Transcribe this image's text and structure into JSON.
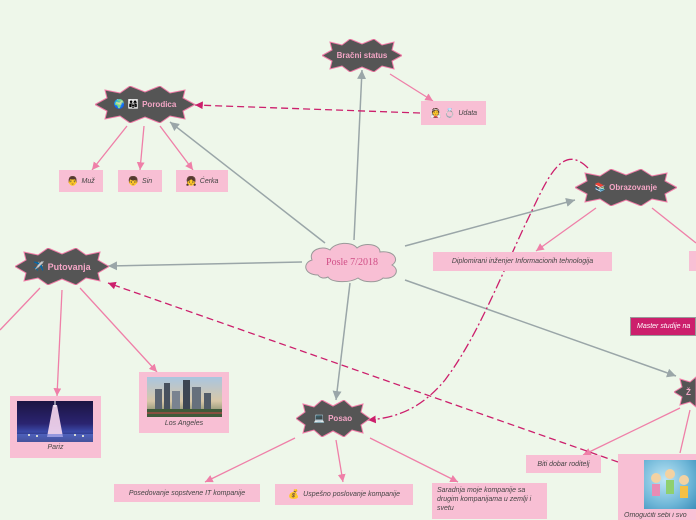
{
  "central": {
    "label": "Posle 7/2018"
  },
  "topics": {
    "bracni": {
      "label": "Bračni status"
    },
    "porodica": {
      "label": "Porodica",
      "icons": [
        "🌍",
        "👨‍👩‍👧"
      ]
    },
    "obrazovanje": {
      "label": "Obrazovanje",
      "icon": "📚"
    },
    "putovanja": {
      "label": "Putovanja",
      "icon": "✈️"
    },
    "posao": {
      "label": "Posao",
      "icon": "💻"
    },
    "zivot": {
      "label": "Ž"
    }
  },
  "subtopics": {
    "udata": {
      "label": "Udata",
      "icons": [
        "👰",
        "💍"
      ]
    },
    "muz": {
      "label": "Muž",
      "icon": "👨"
    },
    "sin": {
      "label": "Sin",
      "icon": "👦"
    },
    "cerka": {
      "label": "Ćerka",
      "icon": "👧"
    },
    "diplomirani": {
      "label": "Diplomirani inženjer Informacionih tehnologija"
    },
    "master": {
      "label": "Master studije na"
    },
    "pariz": {
      "label": "Pariz"
    },
    "la": {
      "label": "Los Angeles"
    },
    "sopstvena": {
      "label": "Posedovanje sopstvene IT kompanije"
    },
    "uspesno": {
      "label": "Uspešno poslovanje kompanije",
      "icon": "💰"
    },
    "saradnja": {
      "label": "Saradnja moje kompanije sa drugim kompanijama u zemlji i svetu"
    },
    "roditelj": {
      "label": "Biti dobar roditelj"
    },
    "omoguciti": {
      "label": "Omogućiti sebi i svo"
    }
  },
  "colors": {
    "background": "#eef7ea",
    "topic_fill": "#555555",
    "topic_text": "#f4a6c6",
    "subtopic_fill": "#f8bfd4",
    "accent": "#cc1f6c",
    "connector_grey": "#9aa6a8",
    "connector_pink": "#ef7fa8"
  }
}
